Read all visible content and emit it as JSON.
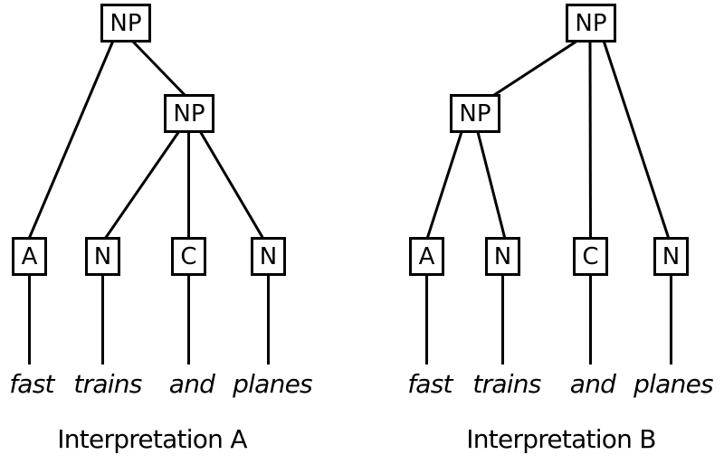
{
  "figure": {
    "colors": {
      "ink": "#000000",
      "background": "#ffffff"
    },
    "trees": [
      {
        "caption": "Interpretation A",
        "root": {
          "label": "NP"
        },
        "inner": {
          "label": "NP"
        },
        "leaves": [
          {
            "tag": "A",
            "word": "fast"
          },
          {
            "tag": "N",
            "word": "trains"
          },
          {
            "tag": "C",
            "word": "and"
          },
          {
            "tag": "N",
            "word": "planes"
          }
        ]
      },
      {
        "caption": "Interpretation B",
        "root": {
          "label": "NP"
        },
        "inner": {
          "label": "NP"
        },
        "leaves": [
          {
            "tag": "A",
            "word": "fast"
          },
          {
            "tag": "N",
            "word": "trains"
          },
          {
            "tag": "C",
            "word": "and"
          },
          {
            "tag": "N",
            "word": "planes"
          }
        ]
      }
    ]
  }
}
